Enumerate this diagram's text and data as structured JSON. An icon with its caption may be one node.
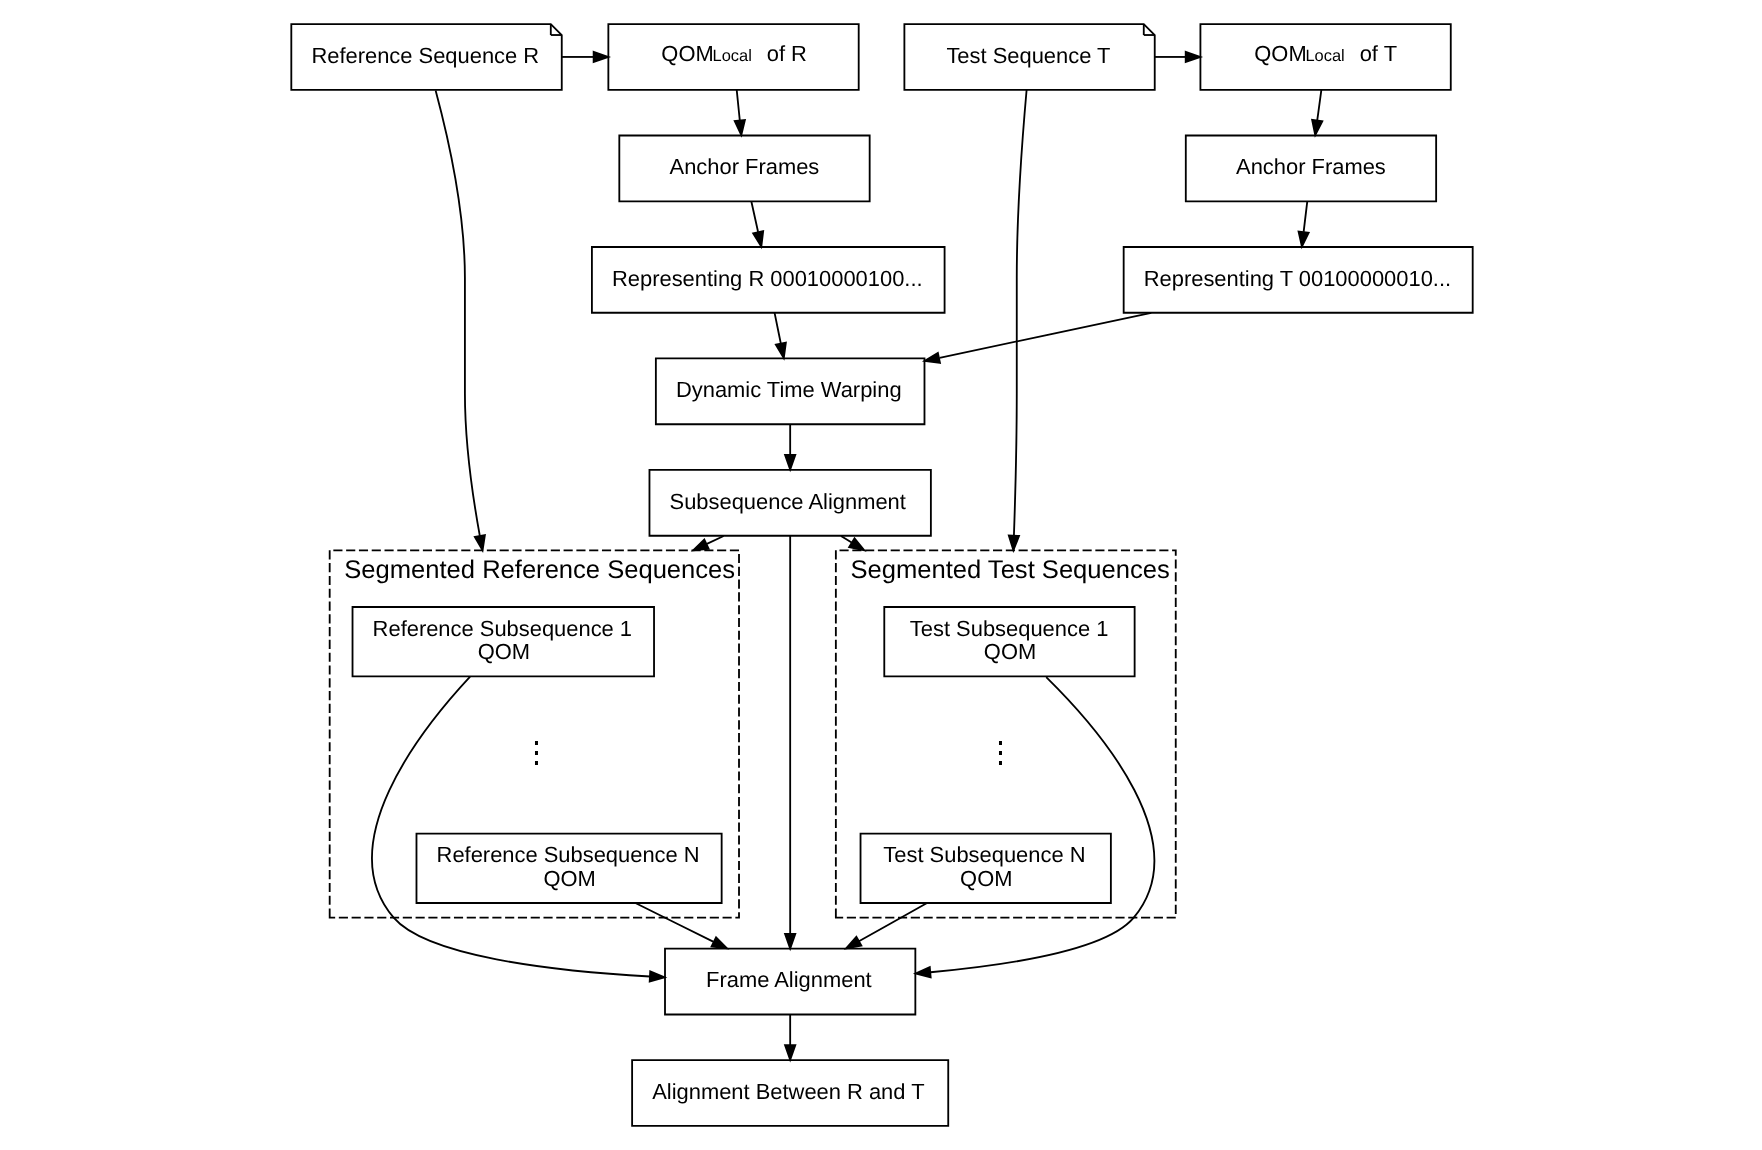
{
  "diagram": {
    "nodes": [
      {
        "text": [
          "Reference Sequence R"
        ]
      },
      {
        "text": [
          "QOM$_{Local}$ of R"
        ]
      },
      {
        "text": [
          "Anchor Frames"
        ]
      },
      {
        "text": [
          "Representing R 00010000100..."
        ]
      },
      {
        "text": [
          "Test Sequence T"
        ]
      },
      {
        "text": [
          "QOM$_{Local}$ of T"
        ]
      },
      {
        "text": [
          "Anchor Frames"
        ]
      },
      {
        "text": [
          "Representing T 00100000010..."
        ]
      },
      {
        "text": [
          "Dynamic Time Warping"
        ]
      },
      {
        "text": [
          "Subsequence Alignment"
        ]
      },
      {
        "text": [
          "Segmented Reference Sequences"
        ]
      },
      {
        "text": [
          "Reference Subsequence 1",
          "QOM"
        ],
        "in": 10
      },
      {
        "text": [
          "Reference Subsequence N",
          "QOM"
        ],
        "in": 10
      },
      {
        "text": [
          "Frame Alignment"
        ]
      },
      {
        "text": [
          "Alignment Between R and T"
        ]
      },
      {
        "text": [
          "Segmented Test Sequences"
        ]
      },
      {
        "text": [
          "Test Subsequence 1",
          "QOM"
        ],
        "in": 15
      },
      {
        "text": [
          "Test Subsequence N",
          "QOM"
        ],
        "in": 15
      }
    ],
    "edges": [
      {
        "from": 0,
        "to": 1,
        "arrow": "to"
      },
      {
        "from": 1,
        "to": 2,
        "arrow": "to"
      },
      {
        "from": 2,
        "to": 3,
        "arrow": "to"
      },
      {
        "from": 4,
        "to": 5,
        "arrow": "to"
      },
      {
        "from": 5,
        "to": 6,
        "arrow": "to"
      },
      {
        "from": 6,
        "to": 7,
        "arrow": "to"
      },
      {
        "from": 3,
        "to": 8,
        "arrow": "to"
      },
      {
        "from": 7,
        "to": 8,
        "arrow": "to"
      },
      {
        "from": 0,
        "to": 10,
        "arrow": "to"
      },
      {
        "from": 4,
        "to": 15,
        "arrow": "to"
      },
      {
        "from": 8,
        "to": 9,
        "arrow": "to"
      },
      {
        "from": 9,
        "to": 10,
        "arrow": "to"
      },
      {
        "from": 9,
        "to": 15,
        "arrow": "to"
      },
      {
        "from": 9,
        "to": 13,
        "arrow": "to"
      },
      {
        "from": 11,
        "to": 13,
        "arrow": "to"
      },
      {
        "from": 12,
        "to": 13,
        "arrow": "to"
      },
      {
        "from": 16,
        "to": 13,
        "arrow": "to"
      },
      {
        "from": 17,
        "to": 13,
        "arrow": "to"
      },
      {
        "from": 13,
        "to": 14,
        "arrow": "to"
      }
    ],
    "labels": [
      "⋮",
      "⋮"
    ]
  }
}
